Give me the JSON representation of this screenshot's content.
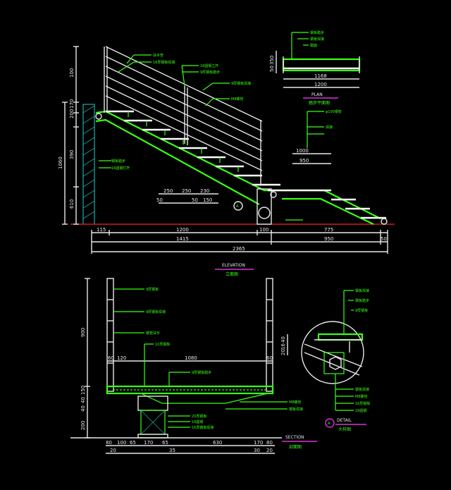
{
  "elevation": {
    "title": "ELEVATION",
    "subtitle": "立面图",
    "dims_h": [
      "115",
      "1200",
      "100",
      "775",
      "50",
      "1415",
      "950",
      "2365"
    ],
    "dims_v": [
      "100",
      "200",
      "390",
      "610",
      "1060",
      "170"
    ],
    "step_dims": [
      "250",
      "250",
      "230",
      "50",
      "50",
      "150"
    ],
    "sub_dims": [
      "1000",
      "950"
    ],
    "anno": [
      "扶手管",
      "16厚钢板焊接",
      "16圆钢立杆",
      "9厚钢板踏步",
      "9厚钢板焊接",
      "M8螺栓",
      "钢板踏步",
      "16圆钢栏杆",
      "φ100钢管",
      "焊接"
    ],
    "marker": "A"
  },
  "plan": {
    "title": "PLAN",
    "subtitle": "踏步平面图",
    "dims": [
      "1168",
      "1200",
      "350",
      "50"
    ],
    "anno": [
      "钢板踏步",
      "钢板焊接",
      "踏面"
    ]
  },
  "section": {
    "title": "SECTION",
    "subtitle": "剖面图",
    "dims_top": [
      "60",
      "120",
      "1080",
      "60"
    ],
    "dims_bottom": [
      "80",
      "100",
      "65",
      "170",
      "65",
      "630",
      "170",
      "80"
    ],
    "dims_bottom2": [
      "20",
      "35",
      "30",
      "20"
    ],
    "dims_v": [
      "900",
      "150",
      "40",
      "40",
      "200"
    ],
    "anno": [
      "9厚钢板",
      "9厚钢板焊接",
      "钢管扶手",
      "10厚钢板",
      "9厚钢板踏步",
      "M8螺栓",
      "钢板焊接",
      "20厚钢板",
      "16圆钢",
      "16厚钢板焊接"
    ]
  },
  "detail": {
    "title": "DETAIL",
    "subtitle": "大样图",
    "marker": "A",
    "dims": [
      "40",
      "16",
      "20"
    ],
    "anno": [
      "钢板焊接",
      "钢板踏步",
      "9厚钢板",
      "钢板焊接",
      "M8螺栓",
      "16厚钢板",
      "16圆钢"
    ]
  }
}
